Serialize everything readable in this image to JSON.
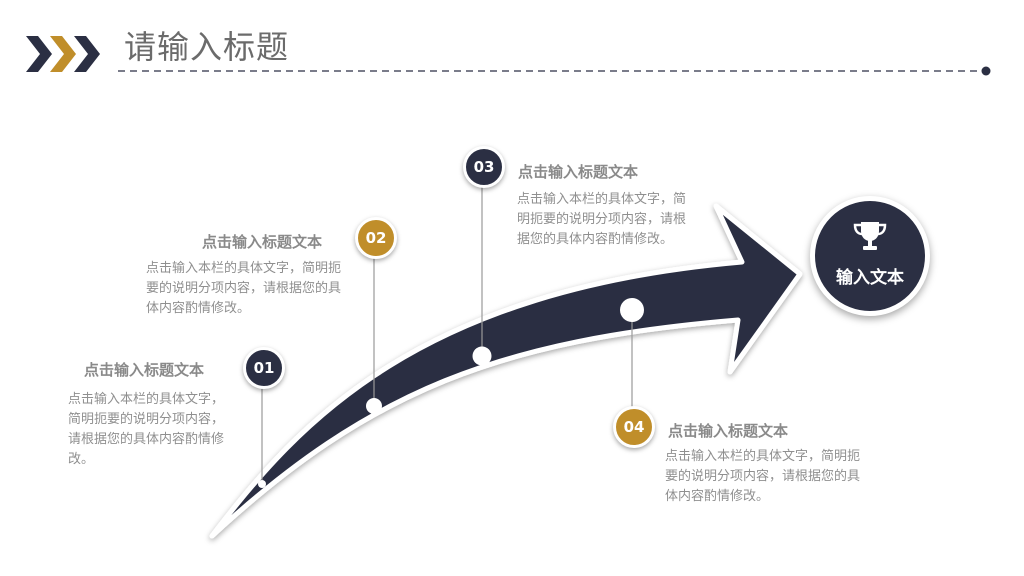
{
  "title": "请输入标题",
  "colors": {
    "dark": "#2b2f43",
    "gold": "#c08e2a",
    "text": "#8f8f8f"
  },
  "icons": {
    "chevrons": "chevron-right-icon",
    "trophy": "trophy-icon"
  },
  "steps": [
    {
      "number": "01",
      "title": "点击输入标题文本",
      "desc": "点击输入本栏的具体文字，简明扼要的说明分项内容，请根据您的具体内容酌情修改。"
    },
    {
      "number": "02",
      "title": "点击输入标题文本",
      "desc": "点击输入本栏的具体文字，简明扼要的说明分项内容，请根据您的具体内容酌情修改。"
    },
    {
      "number": "03",
      "title": "点击输入标题文本",
      "desc": "点击输入本栏的具体文字，简明扼要的说明分项内容，请根据您的具体内容酌情修改。"
    },
    {
      "number": "04",
      "title": "点击输入标题文本",
      "desc": "点击输入本栏的具体文字，简明扼要的说明分项内容，请根据您的具体内容酌情修改。"
    }
  ],
  "goal": {
    "label": "输入文本"
  }
}
